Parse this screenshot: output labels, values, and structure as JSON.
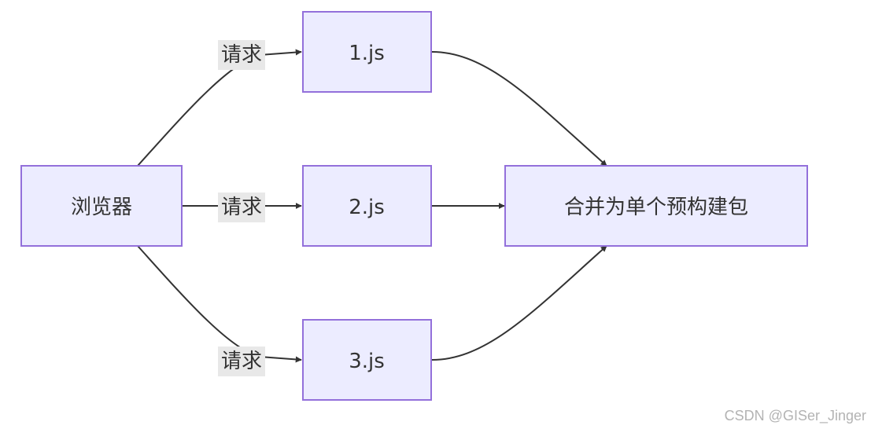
{
  "diagram": {
    "nodes": {
      "browser": {
        "label": "浏览器"
      },
      "js1": {
        "label": "1.js"
      },
      "js2": {
        "label": "2.js"
      },
      "js3": {
        "label": "3.js"
      },
      "bundle": {
        "label": "合并为单个预构建包"
      }
    },
    "edges": {
      "browser_to_js1": {
        "label": "请求"
      },
      "browser_to_js2": {
        "label": "请求"
      },
      "browser_to_js3": {
        "label": "请求"
      },
      "js1_to_bundle": {
        "label": ""
      },
      "js2_to_bundle": {
        "label": ""
      },
      "js3_to_bundle": {
        "label": ""
      }
    }
  },
  "watermark": "CSDN @GISer_Jinger",
  "colors": {
    "node_fill": "#ececff",
    "node_stroke": "#9370db",
    "edge": "#333333",
    "label_bg": "#e8e8e8",
    "watermark": "#b3b3b3"
  }
}
